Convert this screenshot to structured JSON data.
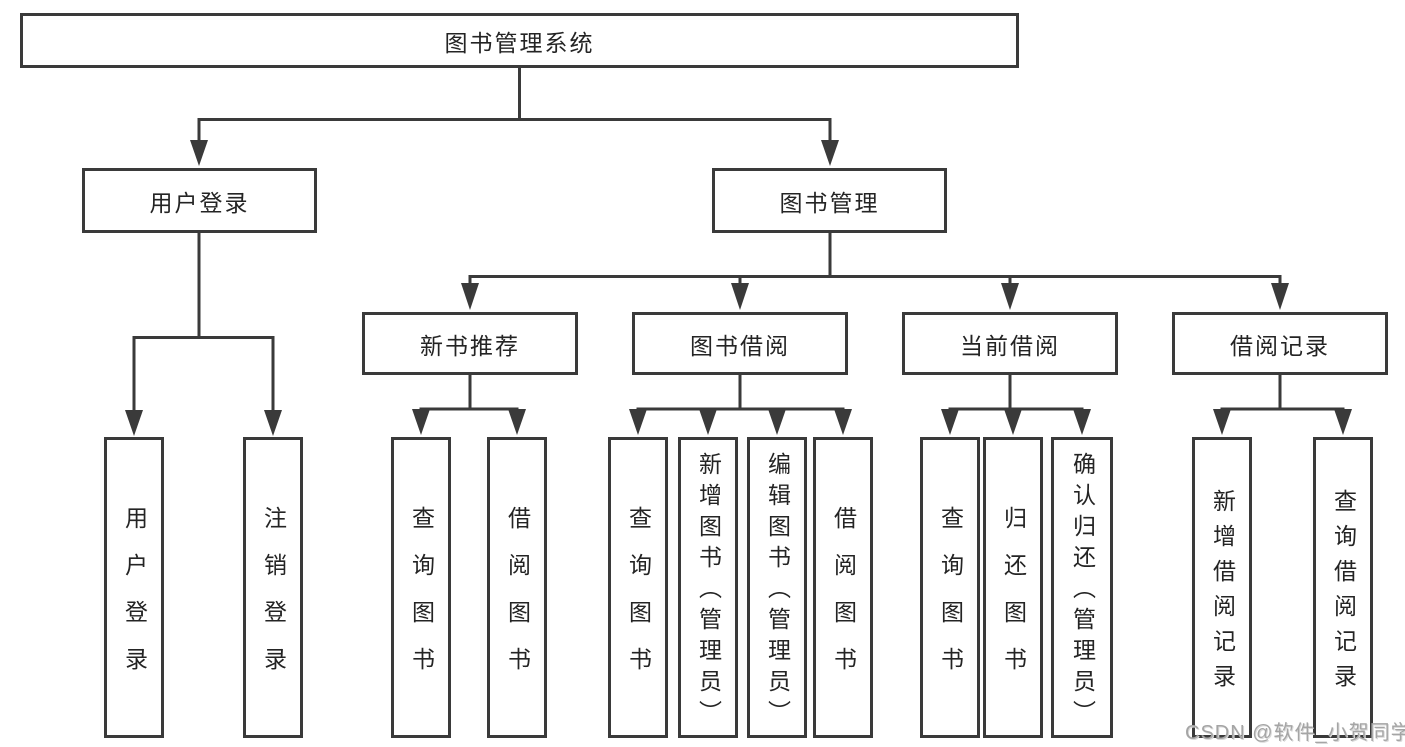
{
  "colors": {
    "line": "#3a3a3a",
    "border": "#3a3a3a",
    "text": "#242424",
    "background": "#ffffff",
    "watermark": "#a5a5a5"
  },
  "watermark": {
    "text": "CSDN @软件_小贺同学"
  },
  "tree": {
    "root": {
      "label": "图书管理系统"
    },
    "branches": [
      {
        "label": "用户登录",
        "children": [
          {
            "label": "用户登录"
          },
          {
            "label": "注销登录"
          }
        ]
      },
      {
        "label": "图书管理",
        "children": [
          {
            "label": "新书推荐",
            "children": [
              {
                "label": "查询图书"
              },
              {
                "label": "借阅图书"
              }
            ]
          },
          {
            "label": "图书借阅",
            "children": [
              {
                "label": "查询图书"
              },
              {
                "label": "新增图书（管理员）"
              },
              {
                "label": "编辑图书（管理员）"
              },
              {
                "label": "借阅图书"
              }
            ]
          },
          {
            "label": "当前借阅",
            "children": [
              {
                "label": "查询图书"
              },
              {
                "label": "归还图书"
              },
              {
                "label": "确认归还（管理员）"
              }
            ]
          },
          {
            "label": "借阅记录",
            "children": [
              {
                "label": "新增借阅记录"
              },
              {
                "label": "查询借阅记录"
              }
            ]
          }
        ]
      }
    ]
  }
}
